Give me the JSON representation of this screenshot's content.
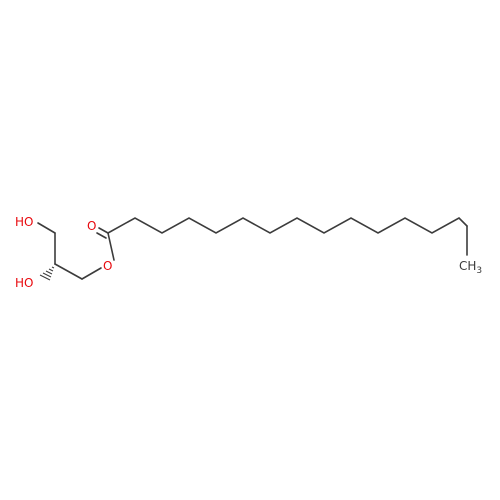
{
  "molecule": {
    "atom_labels": {
      "ho_top": "HO",
      "ho_bottom": "HO",
      "o_ester": "O",
      "o_carbonyl": "O",
      "ch3": "CH",
      "ch3_sub": "3"
    },
    "colors": {
      "bond": "#3c3c3c",
      "oxygen": "#e8090e",
      "carbon_label": "#3c3c3c",
      "background": "#ffffff"
    }
  }
}
